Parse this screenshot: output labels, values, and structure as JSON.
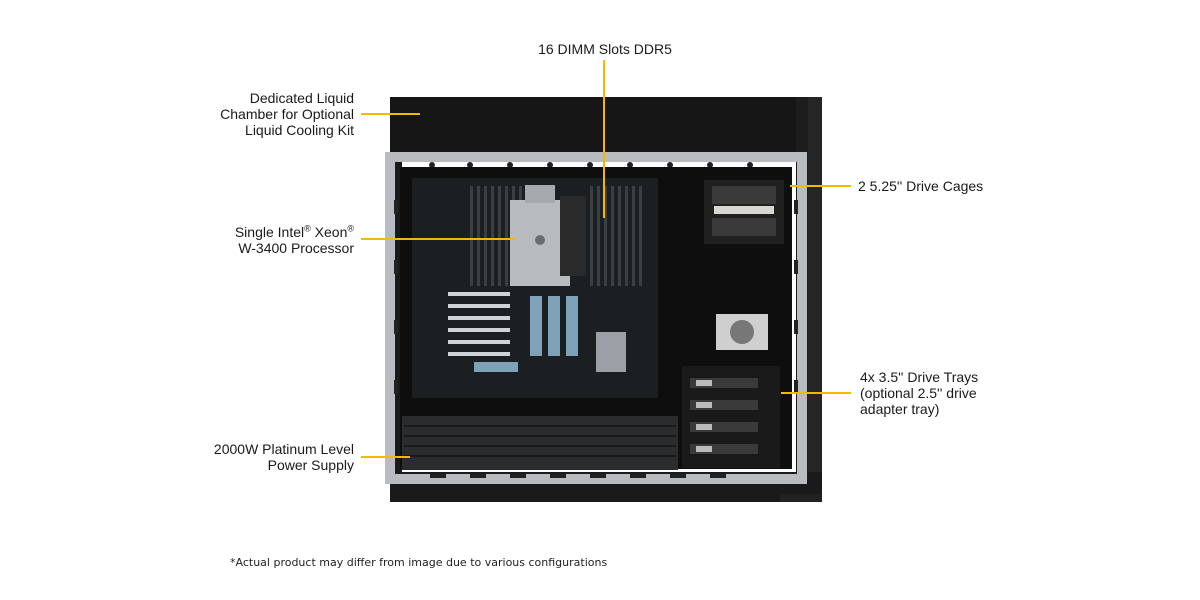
{
  "callouts": {
    "dimm": {
      "lines": [
        "16 DIMM Slots DDR5"
      ]
    },
    "liquid": {
      "lines": [
        "Dedicated Liquid",
        "Chamber for Optional",
        "Liquid Cooling Kit"
      ]
    },
    "processor": {
      "line1_a": "Single Intel",
      "line1_sup1": "®",
      "line1_b": " Xeon",
      "line1_sup2": "®",
      "line2": "W-3400 Processor"
    },
    "psu": {
      "lines": [
        "2000W Platinum Level",
        "Power Supply"
      ]
    },
    "drive_cages": {
      "lines": [
        "2 5.25'' Drive Cages"
      ]
    },
    "drive_trays": {
      "lines": [
        "4x 3.5'' Drive Trays",
        "(optional 2.5'' drive",
        "adapter tray)"
      ]
    }
  },
  "footnote": "*Actual product may differ from image due to various configurations",
  "colors": {
    "leader": "#f5b800",
    "chassis": "#151515",
    "frame": "#b8bcc0"
  }
}
